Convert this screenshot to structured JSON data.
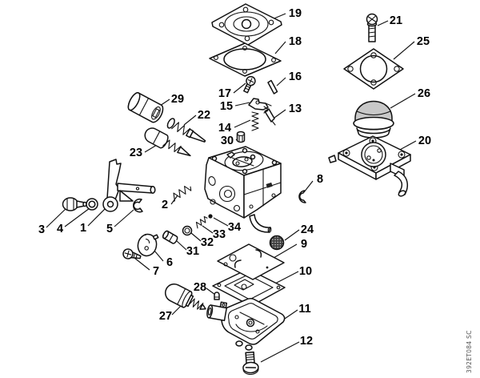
{
  "diagram": {
    "watermark": "392ET084 SC",
    "colors": {
      "line": "#111111",
      "background": "#ffffff",
      "primer_bulb": "#c8c8c8",
      "inlet_screen": "#3f3f3f"
    },
    "callouts": {
      "n1": "1",
      "n2": "2",
      "n3": "3",
      "n4": "4",
      "n5": "5",
      "n6": "6",
      "n7": "7",
      "n8": "8",
      "n9": "9",
      "n10": "10",
      "n11": "11",
      "n12": "12",
      "n13": "13",
      "n14": "14",
      "n15": "15",
      "n16": "16",
      "n17": "17",
      "n18": "18",
      "n19": "19",
      "n20": "20",
      "n21": "21",
      "n22": "22",
      "n23": "23",
      "n24": "24",
      "n25": "25",
      "n26": "26",
      "n27": "27",
      "n28": "28",
      "n29": "29",
      "n30": "30",
      "n31": "31",
      "n32": "32",
      "n33": "33",
      "n34": "34"
    }
  }
}
